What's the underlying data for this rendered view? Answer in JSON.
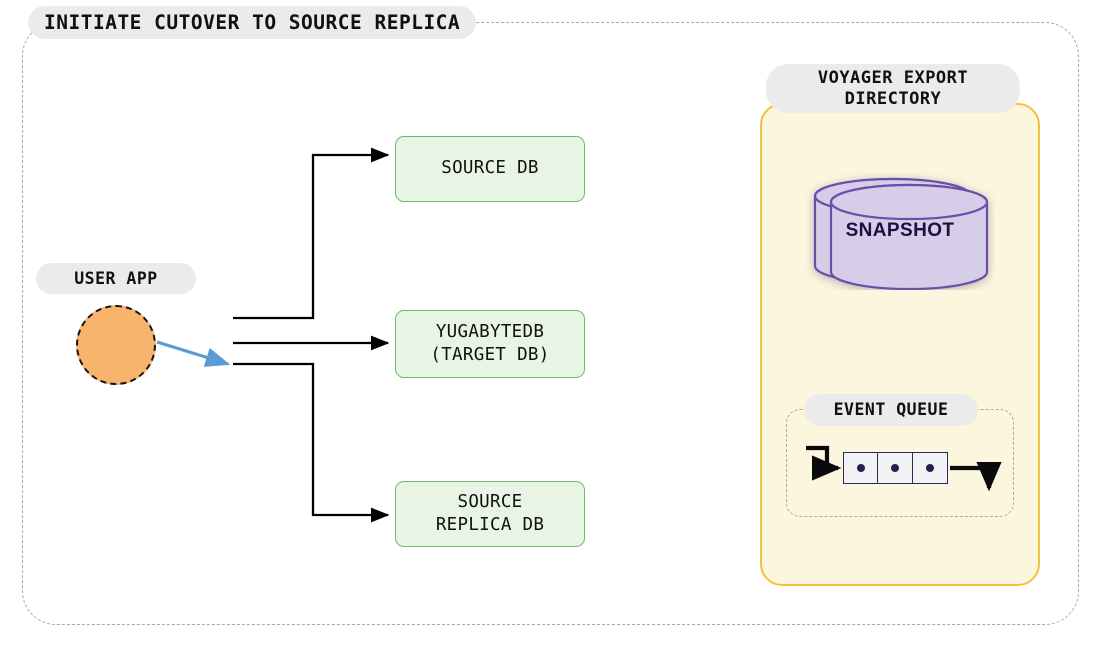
{
  "diagram": {
    "title": "INITIATE CUTOVER TO SOURCE REPLICA",
    "background": "#ffffff",
    "frame_border_color": "#c79f8e"
  },
  "left_section": {
    "user_app": {
      "label": "USER APP",
      "shape": "circle",
      "fill_color": "#f8b46c",
      "border_style": "dashed",
      "border_color": "#141414"
    },
    "databases": [
      {
        "id": "source-db",
        "label": "SOURCE DB",
        "fill_color": "#e9f5e4",
        "border_color": "#6fb96f"
      },
      {
        "id": "target-db",
        "label": "YUGABYTEDB\n(TARGET DB)",
        "fill_color": "#e9f5e4",
        "border_color": "#6fb96f"
      },
      {
        "id": "source-replica-db",
        "label": "SOURCE\nREPLICA DB",
        "fill_color": "#e9f5e4",
        "border_color": "#6fb96f"
      }
    ],
    "connector_color": "#000000",
    "active_connection_color": "#5b9bd5"
  },
  "voyager_panel": {
    "title": "VOYAGER EXPORT\nDIRECTORY",
    "fill_color": "#fdf6de",
    "border_color": "#f3c13f",
    "snapshot": {
      "label": "SNAPSHOT",
      "shape": "cylinder",
      "fill_color": "#d6cde9",
      "stroke_color": "#6b4fa8",
      "text_color": "#1c1040"
    },
    "event_queue": {
      "label": "EVENT QUEUE",
      "cell_count": 3,
      "cell_fill_color": "#f2f2f4",
      "cell_border_color": "#2c2c57",
      "dot_color": "#24204f",
      "border_style": "dashed",
      "border_color": "#c79f8e"
    }
  }
}
